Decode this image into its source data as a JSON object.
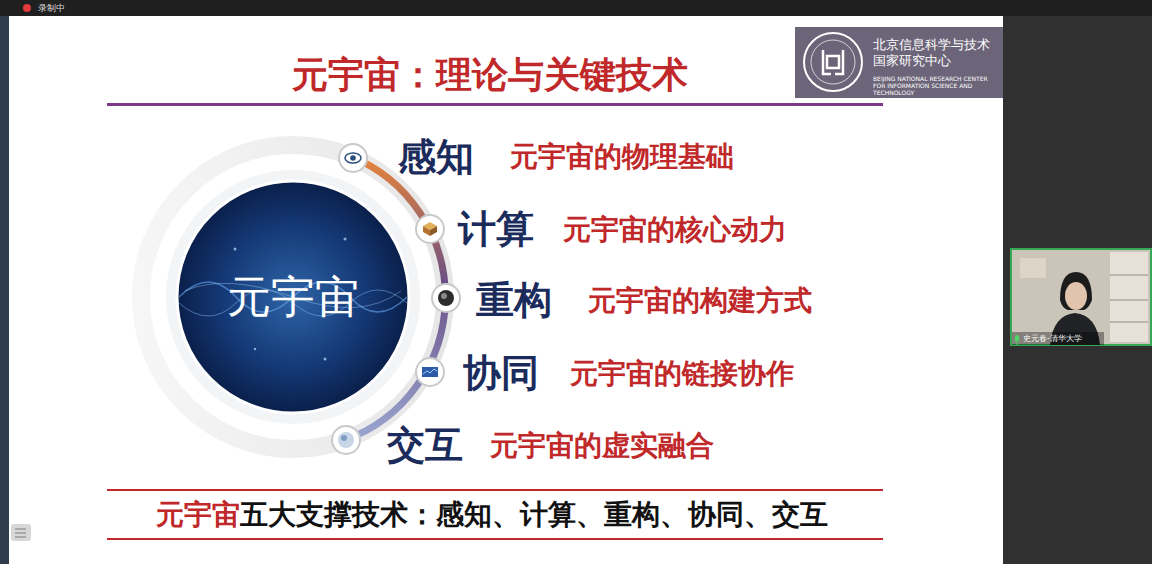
{
  "diagram": {
    "title": "元宇宙：理论与关键技术",
    "nodes": [
      {
        "text": [
          "北京信息科学与技术 国家研究中心",
          "BEIJING NATIONAL RESEARCH CENTER FOR INFORMATION SCIENCE AND TECHNOLOGY"
        ]
      },
      {
        "text": [
          "元宇宙"
        ]
      }
    ],
    "labels": [
      "录制中",
      "感知",
      "元宇宙的物理基础",
      "计算",
      "元宇宙的核心动力",
      "重构",
      "元宇宙的构建方式",
      "协同",
      "元宇宙的链接协作",
      "交互",
      "元宇宙的虚实融合",
      "元宇宙",
      "五大支撑技术：感知、计算、重构、协同、交互",
      "史元春-清华大学"
    ]
  }
}
